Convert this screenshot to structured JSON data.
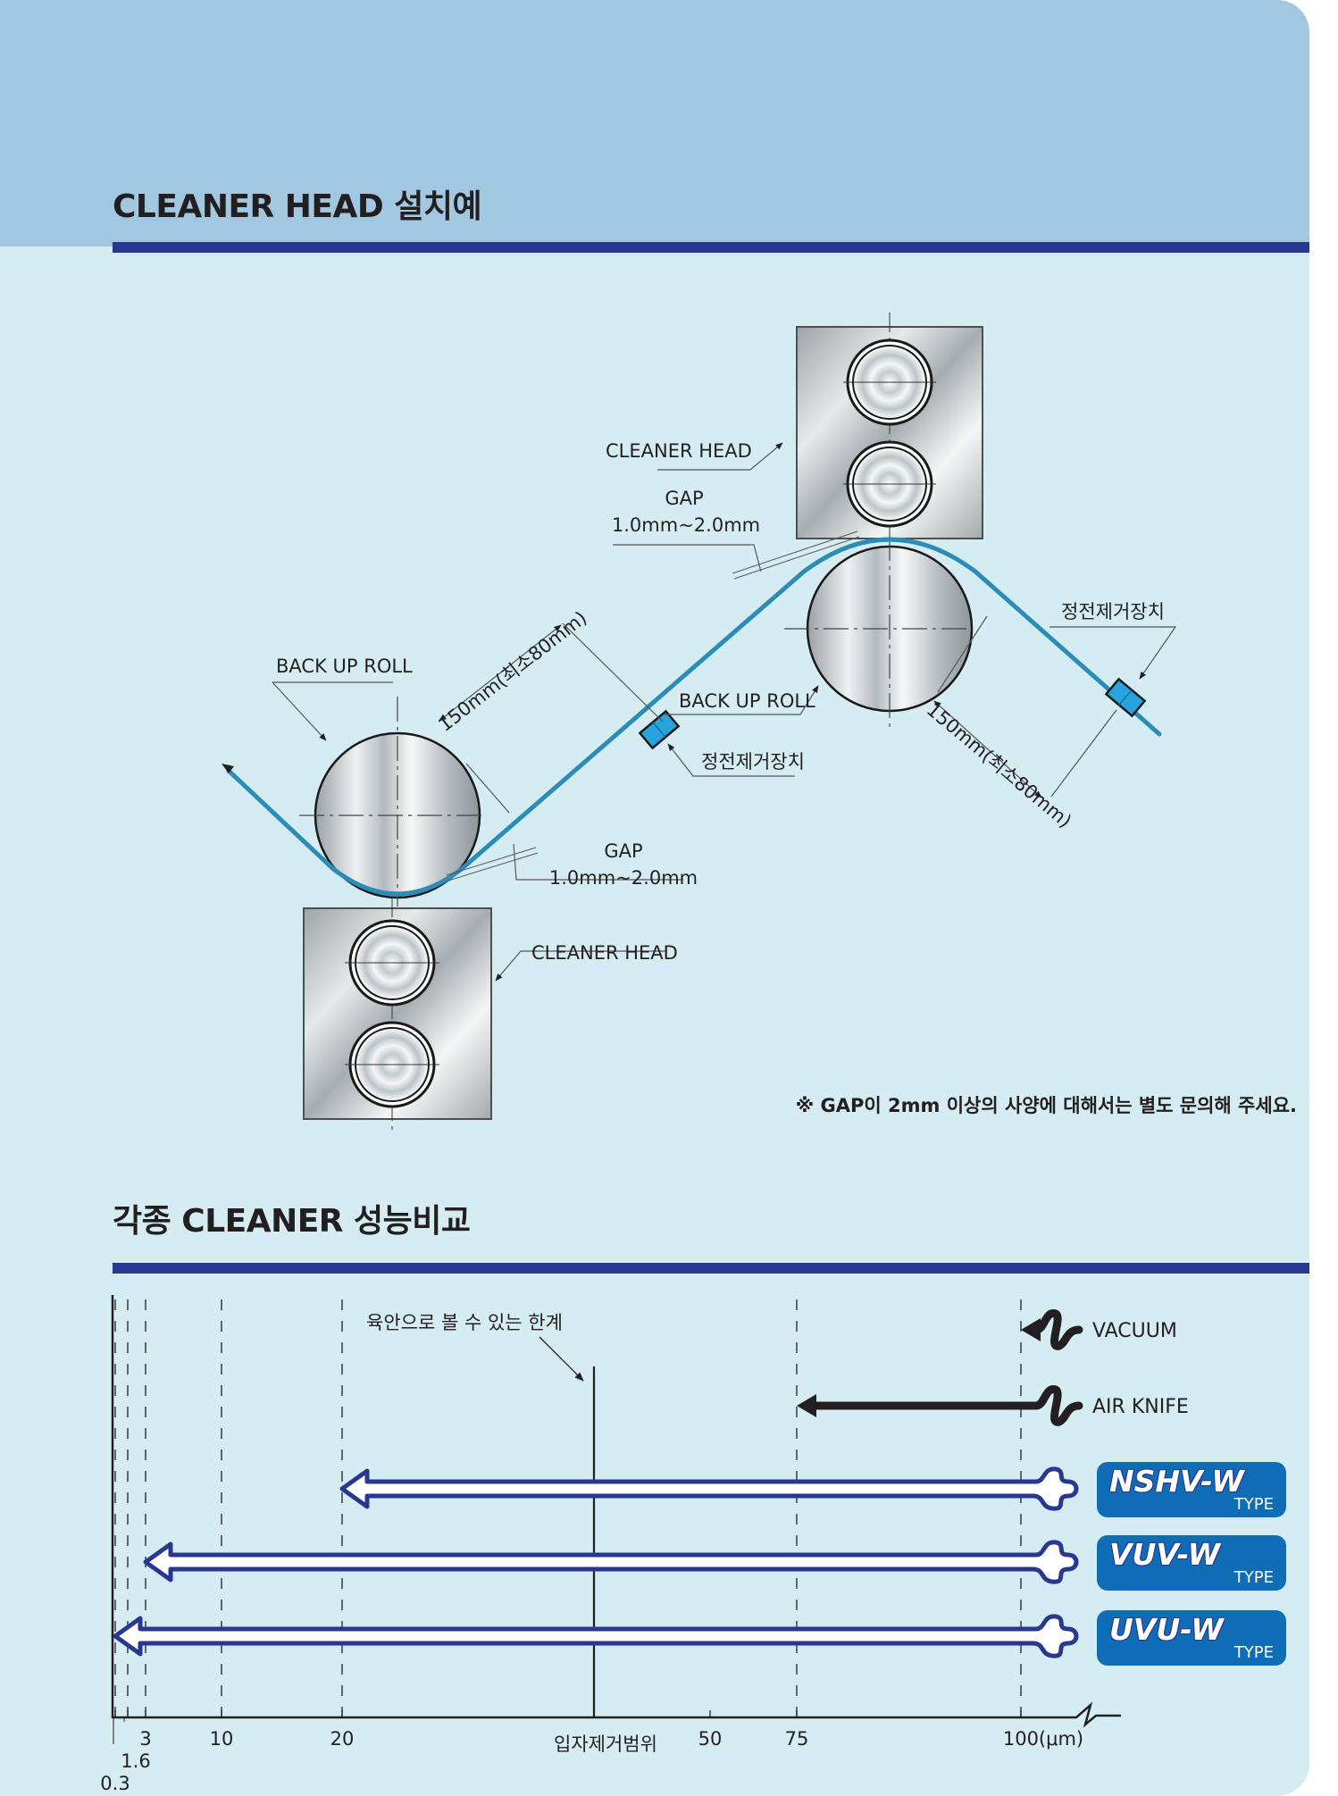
{
  "section1": {
    "title": "CLEANER HEAD 설치예",
    "labels": {
      "cleaner_head_top": "CLEANER HEAD",
      "gap_top_title": "GAP",
      "gap_top_value": "1.0mm~2.0mm",
      "static_remover_right": "정전제거장치",
      "back_up_roll_left": "BACK UP ROLL",
      "distance_left": "150mm(최소80mm)",
      "back_up_roll_right": "BACK UP ROLL",
      "static_remover_mid": "정전제거장치",
      "distance_right": "150mm(최소80mm)",
      "gap_bottom_title": "GAP",
      "gap_bottom_value": "1.0mm~2.0mm",
      "cleaner_head_bottom": "CLEANER HEAD"
    },
    "note": "※ GAP이 2mm 이상의 사양에 대해서는 별도 문의해 주세요."
  },
  "section2": {
    "title": "각종 CLEANER 성능비교"
  },
  "colors": {
    "band": "#a1c8e0",
    "panel": "#d5edf2",
    "rule": "#283891",
    "web": "#2b8cb5",
    "badge": "#0e6db5",
    "arrow_outline": "#283891"
  },
  "chart_data": {
    "type": "range-bar",
    "title": "각종 CLEANER 성능비교",
    "xlabel": "입자제거범위",
    "x_unit": "μm",
    "x_ticks": [
      0.3,
      1.6,
      3,
      10,
      20,
      50,
      75,
      100
    ],
    "x_tick_labels": [
      "0.3",
      "1.6",
      "3",
      "10",
      "20",
      "50",
      "75",
      "100(μm)"
    ],
    "axis_break_after": 100,
    "annotation": {
      "text": "육안으로 볼 수 있는 한계",
      "x": 40
    },
    "series": [
      {
        "name": "VACUUM",
        "min": 100,
        "max": "100+",
        "style": "black"
      },
      {
        "name": "AIR KNIFE",
        "min": 75,
        "max": "100+",
        "style": "black"
      },
      {
        "name": "NSHV-W",
        "suffix": "TYPE",
        "min": 20,
        "max": "100+",
        "style": "badge"
      },
      {
        "name": "VUV-W",
        "suffix": "TYPE",
        "min": 3,
        "max": "100+",
        "style": "badge"
      },
      {
        "name": "UVU-W",
        "suffix": "TYPE",
        "min": 0.3,
        "max": "100+",
        "style": "badge"
      }
    ]
  }
}
